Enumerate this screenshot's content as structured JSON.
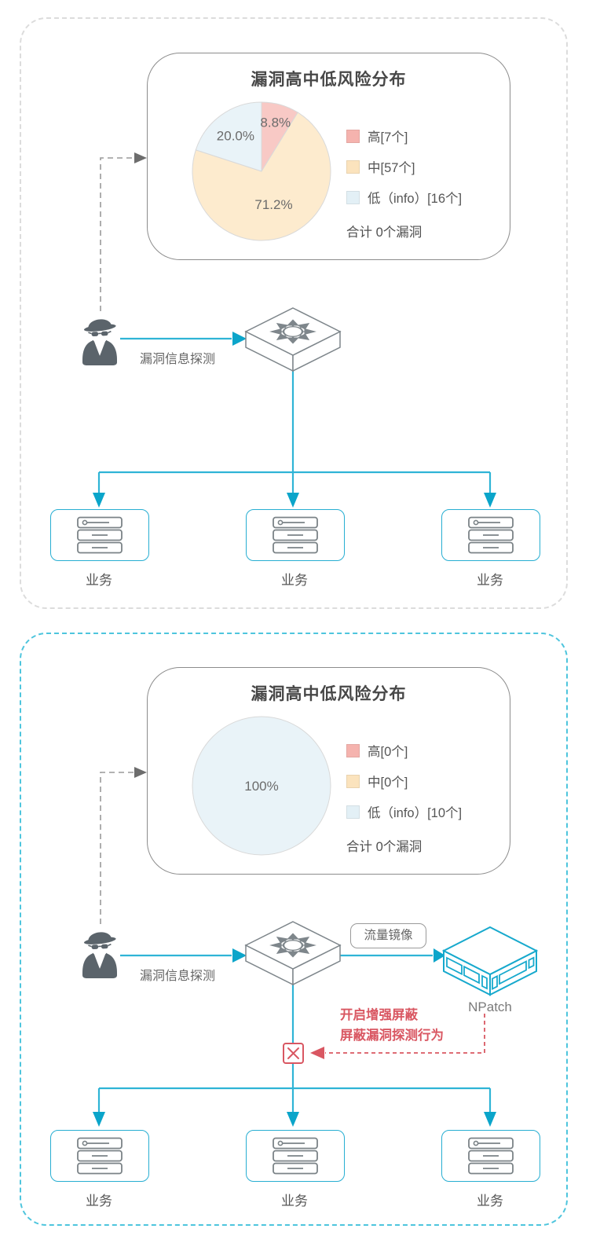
{
  "colors": {
    "cyan_line": "#2fb4d6",
    "cyan_arrow": "#0ba5ca",
    "server_border": "#27aed2",
    "panel_before_border": "#dcdcdc",
    "panel_after_border": "#4ec5dd",
    "red_accent": "#d95762",
    "gray_connector": "#9a9a9a",
    "card_border": "#8c8c8c",
    "pie_high": "#f8c9c5",
    "pie_mid": "#fdebce",
    "pie_low": "#e9f3f8",
    "swatch_high": "#f5b3ae",
    "swatch_mid": "#fbe3bd",
    "swatch_low": "#e3f0f6"
  },
  "panels": [
    {
      "card_title": "漏洞高中低风险分布",
      "legend": [
        {
          "label": "高[7个]",
          "color": "#f5b3ae"
        },
        {
          "label": "中[57个]",
          "color": "#fbe3bd"
        },
        {
          "label": "低（info）[16个]",
          "color": "#e3f0f6"
        }
      ],
      "total_label": "合计 0个漏洞",
      "attacker_action_label": "漏洞信息探测",
      "server_labels": [
        "业务",
        "业务",
        "业务"
      ]
    },
    {
      "card_title": "漏洞高中低风险分布",
      "legend": [
        {
          "label": "高[0个]",
          "color": "#f5b3ae"
        },
        {
          "label": "中[0个]",
          "color": "#fbe3bd"
        },
        {
          "label": "低（info）[10个]",
          "color": "#e3f0f6"
        }
      ],
      "total_label": "合计 0个漏洞",
      "attacker_action_label": "漏洞信息探测",
      "mirror_label": "流量镜像",
      "device_label": "NPatch",
      "block_note": [
        "开启增强屏蔽",
        "屏蔽漏洞探测行为"
      ],
      "server_labels": [
        "业务",
        "业务",
        "业务"
      ]
    }
  ],
  "chart_data": [
    {
      "type": "pie",
      "title": "漏洞高中低风险分布",
      "start": "top",
      "direction": "clockwise",
      "legend_position": "right",
      "total_text": "合计 0个漏洞",
      "slices": [
        {
          "name": "高",
          "count": 7,
          "pct": 8.8,
          "label": "8.8%",
          "color": "#f8c9c5"
        },
        {
          "name": "中",
          "count": 57,
          "pct": 71.2,
          "label": "71.2%",
          "color": "#fdebce"
        },
        {
          "name": "低（info）",
          "count": 16,
          "pct": 20.0,
          "label": "20.0%",
          "color": "#e9f3f8"
        }
      ]
    },
    {
      "type": "pie",
      "title": "漏洞高中低风险分布",
      "start": "top",
      "direction": "clockwise",
      "legend_position": "right",
      "total_text": "合计 0个漏洞",
      "slices": [
        {
          "name": "高",
          "count": 0,
          "pct": 0,
          "label": "",
          "color": "#f8c9c5"
        },
        {
          "name": "中",
          "count": 0,
          "pct": 0,
          "label": "",
          "color": "#fdebce"
        },
        {
          "name": "低（info）",
          "count": 10,
          "pct": 100,
          "label": "100%",
          "color": "#e9f3f8"
        }
      ]
    }
  ]
}
